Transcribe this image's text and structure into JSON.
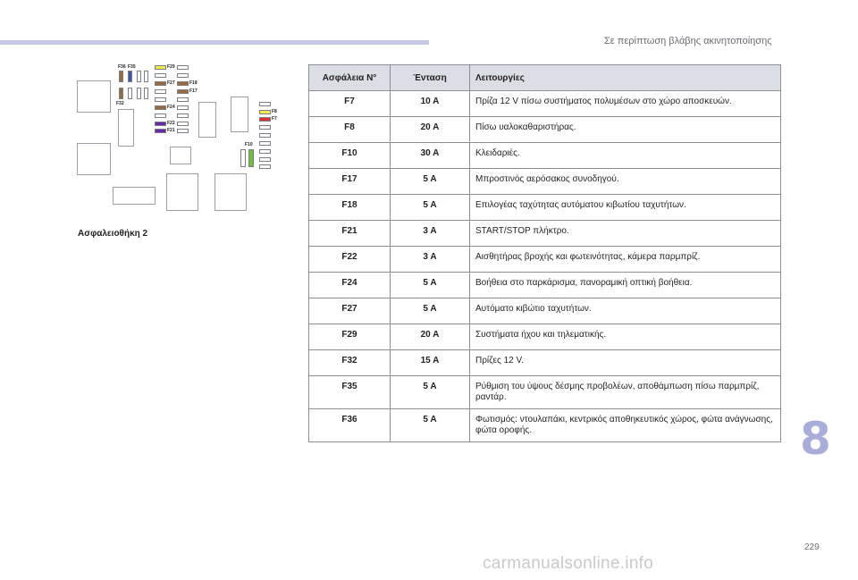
{
  "header": {
    "section_title": "Σε περίπτωση βλάβης ακινητοποίησης"
  },
  "diagram": {
    "labels": {
      "f36": "F36",
      "f35": "F35",
      "f32": "F32",
      "f29": "F29",
      "f27": "F27",
      "f18": "F18",
      "f17": "F17",
      "f24": "F24",
      "f22": "F22",
      "f21": "F21",
      "f8": "F8",
      "f7": "F7",
      "f10": "F10"
    },
    "colors": {
      "brown": "#9b6a3a",
      "blue": "#3a5aa8",
      "yellow": "#f4e94a",
      "purple": "#6a2aa8",
      "red": "#e0322a",
      "green": "#6fbf3a"
    },
    "caption": "Ασφαλειοθήκη 2"
  },
  "table": {
    "headers": {
      "fuse": "Ασφάλεια N°",
      "intensity": "Ένταση",
      "functions": "Λειτουργίες"
    },
    "rows": [
      {
        "fuse": "F7",
        "amp": "10 A",
        "func": "Πρίζα 12 V πίσω συστήματος πολυμέσων στο χώρο αποσκευών."
      },
      {
        "fuse": "F8",
        "amp": "20 A",
        "func": "Πίσω υαλοκαθαριστήρας."
      },
      {
        "fuse": "F10",
        "amp": "30 A",
        "func": "Κλειδαριές."
      },
      {
        "fuse": "F17",
        "amp": "5 A",
        "func": "Μπροστινός αερόσακος συνοδηγού."
      },
      {
        "fuse": "F18",
        "amp": "5 A",
        "func": "Επιλογέας ταχύτητας αυτόματου κιβωτίου ταχυτήτων."
      },
      {
        "fuse": "F21",
        "amp": "3 A",
        "func": "START/STOP πλήκτρο."
      },
      {
        "fuse": "F22",
        "amp": "3 A",
        "func": "Αισθητήρας βροχής και φωτεινότητας, κάμερα παρμπρίζ."
      },
      {
        "fuse": "F24",
        "amp": "5 A",
        "func": "Βοήθεια στο παρκάρισμα, πανοραμική οπτική βοήθεια."
      },
      {
        "fuse": "F27",
        "amp": "5 A",
        "func": "Αυτόματο κιβώτιο ταχυτήτων."
      },
      {
        "fuse": "F29",
        "amp": "20 A",
        "func": "Συστήματα ήχου και τηλεματικής."
      },
      {
        "fuse": "F32",
        "amp": "15 A",
        "func": "Πρίζες 12 V."
      },
      {
        "fuse": "F35",
        "amp": "5 A",
        "func": "Ρύθμιση του ύψους δέσμης προβολέων, αποθάμπωση πίσω παρμπρίζ, ραντάρ."
      },
      {
        "fuse": "F36",
        "amp": "5 A",
        "func": "Φωτισμός: ντουλαπάκι, κεντρικός αποθηκευτικός χώρος, φώτα ανάγνωσης, φώτα οροφής."
      }
    ]
  },
  "footer": {
    "chapter": "8",
    "page": "229",
    "watermark": "carmanualsonline.info"
  }
}
